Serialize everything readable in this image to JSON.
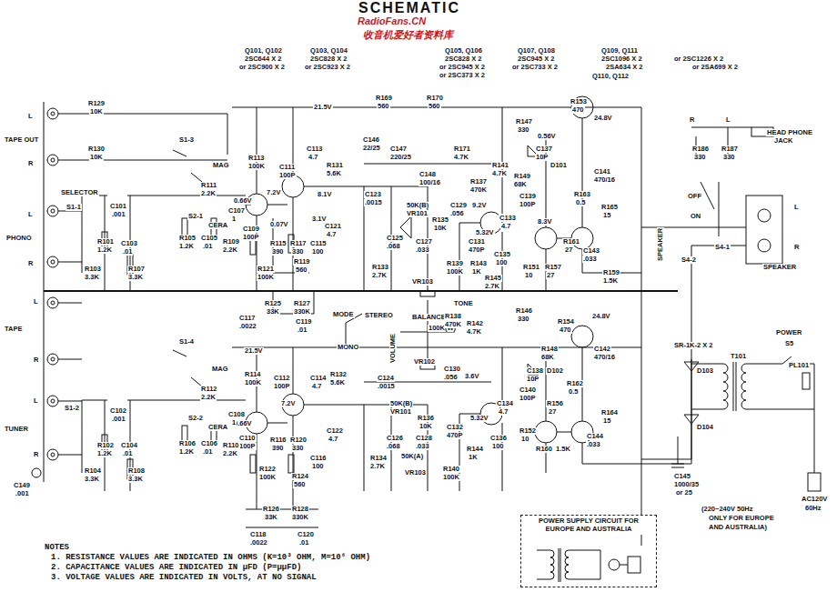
{
  "diagram": {
    "title": "SCHEMATIC",
    "nodes": [
      {
        "text": [
          "POWER SUPPLY CIRCUIT FOR EUROPE AND AUSTRALIA"
        ]
      }
    ],
    "labels": [
      "RadioFans.CN",
      "收音机爱好者资料库",
      "Q101, Q102",
      "2SC644 X 2",
      "or 2SC900 X 2",
      "Q103, Q104",
      "2SC828 X 2",
      "or 2SC923 X 2",
      "Q105, Q106",
      "2SC828 X 2",
      "or 2SC945 X 2",
      "or 2SC373 X 2",
      "Q107, Q108",
      "2SC945 X 2",
      "or 2SC733 X 2",
      "Q109, Q111",
      "2SC1096 X 2",
      "2SA634 X 2",
      "Q110, Q112",
      "or 2SC1226 X 2",
      "or 2SA699 X 2",
      "R129",
      "10K",
      "L",
      "TAPE OUT",
      "R",
      "R130",
      "10K",
      "S1-3",
      "SELECTOR",
      "S1-1",
      "MAG",
      "S2-1",
      "CERA",
      "L",
      "PHONO",
      "R",
      "C101",
      ".001",
      "R101",
      "1.2K",
      "C103",
      ".01",
      "R103",
      "3.3K",
      "R107",
      "3.3K",
      "R105",
      "1.2K",
      "C105",
      ".01",
      "R111",
      "2.2K",
      "C107",
      "1",
      "R109",
      "2.2K",
      "0.66V",
      "R113",
      "100K",
      "C111",
      "100P",
      "C109",
      "100P",
      "0.07V",
      "7.2V",
      "R115",
      "390",
      "R117",
      "330",
      "C115",
      "100",
      "R119",
      "560",
      "R121",
      "100K",
      "R125",
      "33K",
      "R127",
      "330K",
      "C117",
      ".0022",
      "C119",
      ".01",
      "21.5V",
      "C113",
      "4.7",
      "8.1V",
      "3.1V",
      "C121",
      "4.7",
      "R131",
      "5.6K",
      "R169",
      "560",
      "R170",
      "560",
      "C146",
      "22/25",
      "C147",
      "220/25",
      "C123",
      ".0015",
      "C125",
      ".068",
      "R133",
      "2.7K",
      "50K(B)",
      "VR101",
      "R135",
      "10K",
      "C148",
      "100/16",
      "C127",
      ".033",
      "R171",
      "4.7K",
      "C129",
      ".056",
      "R137",
      "470K",
      "R141",
      "4.7K",
      "C131",
      "470P",
      "C133",
      "4.7",
      "R139",
      "100K",
      "R143",
      "1K",
      "C135",
      "100",
      "R145",
      "2.7K",
      "R147",
      "330",
      "R149",
      "68K",
      "C137",
      "10P",
      "D101",
      "C139",
      "100P",
      "R151",
      "10",
      "R157",
      "27",
      "R153",
      "470",
      "24.8V",
      "C141",
      "470/16",
      "R163",
      "0.5",
      "R165",
      "15",
      "C143",
      ".033",
      "R159",
      "1.5K",
      "R161",
      "27",
      "9.2V",
      "5.32V",
      "8.3V",
      "0.56V",
      "R",
      "L",
      "HEAD PHONE",
      "JACK",
      "R186",
      "330",
      "R187",
      "330",
      "OFF",
      "ON",
      "SPEAKER",
      "S4-2",
      "S4-1",
      "L",
      "R",
      "SPEAKER",
      "MODE",
      "STEREO",
      "MONO",
      "VOLUME",
      "BALANCE",
      "100K(W)",
      "VR103",
      "TONE",
      "VR102",
      "C124",
      ".0015",
      "50K(B)",
      "VR101",
      "R136",
      "10K",
      "C126",
      ".068",
      "C128",
      ".033",
      "R134",
      "2.7K",
      "50K(A)",
      "VR103",
      "R138",
      "470K",
      "R142",
      "4.7K",
      "R146",
      "330",
      "R154",
      "470",
      "24.8V",
      "R148",
      "68K",
      "C138",
      "10P",
      "D102",
      "C142",
      "470/16",
      "R162",
      "0.5",
      "R164",
      "15",
      "C144",
      ".033",
      "R160",
      "1.5K",
      "R156",
      "27",
      "C140",
      "100P",
      "C130",
      ".056",
      "C132",
      "470P",
      "C134",
      "4.7",
      "C136",
      "100",
      "R140",
      "100K",
      "R144",
      "1K",
      "R152",
      "10",
      "3.6V",
      "5.32V",
      "21.5V",
      "R114",
      "100K",
      "C112",
      "100P",
      "C114",
      "4.7",
      "R132",
      "5.6K",
      "0.66V",
      "7.2V",
      "C110",
      "100P",
      "R116",
      "390",
      "R120",
      "330",
      "C116",
      "100",
      "R124",
      "560",
      "R122",
      "100K",
      "C122",
      "4.7",
      "R126",
      "33K",
      "R128",
      "330K",
      "C118",
      ".0022",
      "C120",
      ".01",
      "L",
      "TAPE",
      "R",
      "L",
      "TUNER",
      "R",
      "S1-4",
      "MAG",
      "S1-2",
      "C102",
      ".001",
      "S2-2",
      "CERA",
      "R102",
      "1.2K",
      "C104",
      ".01",
      "R104",
      "3.3K",
      "R108",
      "3.3K",
      "R106",
      "1.2K",
      "C106",
      ".01",
      "R112",
      "2.2K",
      "C108",
      "1",
      "R110",
      "2.2K",
      "C149",
      ".001",
      "POWER",
      "S5",
      "SR-1K-2 X 2",
      "T101",
      "D103",
      "D104",
      "PL101",
      "C145",
      "1000/35",
      "or 25",
      "AC120V",
      "60Hz",
      "(220~240V 50Hz",
      "ONLY FOR EUROPE",
      "AND AUSTRALIA)",
      "NOTES",
      "1. RESISTANCE VALUES ARE INDICATED IN OHMS (K=10³ OHM, M=10⁶ OHM)",
      "2. CAPACITANCE VALUES ARE INDICATED IN μFD (P=μμFD)",
      "3. VOLTAGE VALUES ARE INDICATED IN VOLTS, AT NO SIGNAL"
    ]
  }
}
